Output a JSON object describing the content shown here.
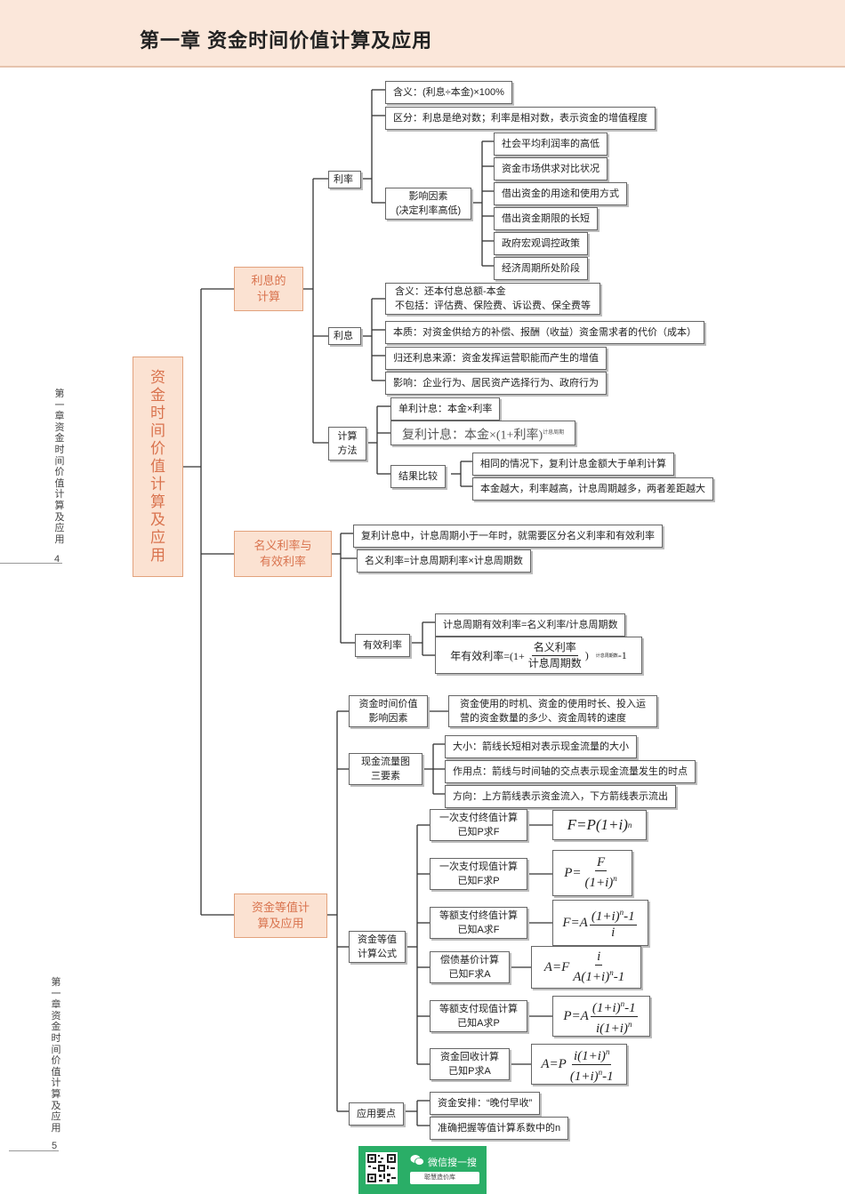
{
  "header": {
    "title": "第一章 资金时间价值计算及应用"
  },
  "sidebar": {
    "upper_text": "第一章资金时间价值计算及应用",
    "upper_page": "4",
    "lower_text": "第一章资金时间价值计算及应用",
    "lower_page": "5"
  },
  "root": "资金时间价值计算及应用",
  "cats": {
    "interest_calc": "利息的计算",
    "nominal_effective": "名义利率与有效利率",
    "equivalent_value": "资金等值计算及应用"
  },
  "interest_rate": {
    "label": "利率",
    "definition": "含义：(利息÷本金)×100%",
    "difference": "区分：利息是绝对数；利率是相对数，表示资金的增值程度",
    "factors_label_1": "影响因素",
    "factors_label_2": "(决定利率高低)",
    "factors": [
      "社会平均利润率的高低",
      "资金市场供求对比状况",
      "借出资金的用途和使用方式",
      "借出资金期限的长短",
      "政府宏观调控政策",
      "经济周期所处阶段"
    ]
  },
  "interest": {
    "label": "利息",
    "definition_1": "含义：还本付息总额-本金",
    "definition_2": "不包括：评估费、保险费、诉讼费、保全费等",
    "essence": "本质：对资金供给方的补偿、报酬（收益）资金需求者的代价（成本）",
    "source": "归还利息来源：资金发挥运营职能而产生的增值",
    "impact": "影响：企业行为、居民资产选择行为、政府行为"
  },
  "calc_method": {
    "label_1": "计算",
    "label_2": "方法",
    "simple": "单利计息：本金×利率",
    "compound_prefix": "复利计息：",
    "compound_formula": "本金×(1+利率)",
    "compound_exp": "计息周期",
    "compare_label": "结果比较",
    "compare": [
      "相同的情况下，复利计息金额大于单利计算",
      "本金越大，利率越高，计息周期越多，两者差距越大"
    ]
  },
  "nominal": {
    "note": "复利计息中，计息周期小于一年时，就需要区分名义利率和有效利率",
    "nominal_formula": "名义利率=计息周期利率×计息周期数",
    "effective_label": "有效利率",
    "effective_period": "计息周期有效利率=名义利率/计息周期数",
    "annual_prefix": "年有效利率=(1+",
    "annual_num": "名义利率",
    "annual_den": "计息周期数",
    "annual_exp": "计息周期数",
    "annual_suffix": "-1"
  },
  "equivalent": {
    "factors_label_1": "资金时间价值",
    "factors_label_2": "影响因素",
    "factors_text_1": "资金使用的时机、资金的使用时长、投入运",
    "factors_text_2": "营的资金数量的多少、资金周转的速度",
    "cashflow_label_1": "现金流量图",
    "cashflow_label_2": "三要素",
    "cashflow": [
      "大小：箭线长短相对表示现金流量的大小",
      "作用点：箭线与时间轴的交点表示现金流量发生的时点",
      "方向：上方箭线表示资金流入，下方箭线表示流出"
    ],
    "formula_label_1": "资金等值",
    "formula_label_2": "计算公式",
    "formulas": [
      {
        "name": "一次支付终值计算",
        "known": "已知P求F"
      },
      {
        "name": "一次支付现值计算",
        "known": "已知F求P"
      },
      {
        "name": "等额支付终值计算",
        "known": "已知A求F"
      },
      {
        "name": "偿债基价计算",
        "known": "已知F求A"
      },
      {
        "name": "等额支付现值计算",
        "known": "已知A求P"
      },
      {
        "name": "资金回收计算",
        "known": "已知P求A"
      }
    ],
    "apply_label": "应用要点",
    "apply": [
      "资金安排：“晚付早收”",
      "准确把握等值计算系数中的n"
    ]
  },
  "footer": {
    "wechat": "微信搜一搜",
    "search": "聪慧造价库"
  }
}
